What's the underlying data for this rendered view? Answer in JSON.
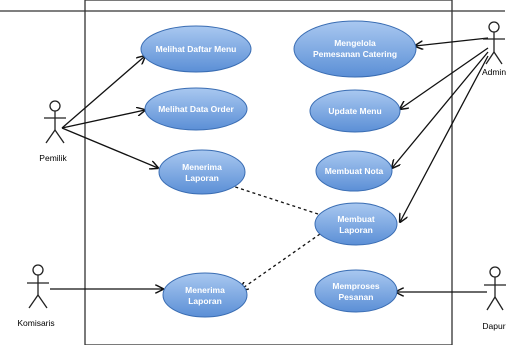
{
  "colors": {
    "usecase_fill_top": "#a9c8f0",
    "usecase_fill_bottom": "#5b8fd6",
    "usecase_stroke": "#3a6db3",
    "boundary": "#333333",
    "line": "#111111"
  },
  "actors": {
    "pemilik": "Pemilik",
    "admin": "Admin",
    "komisaris": "Komisaris",
    "dapur": "Dapur"
  },
  "usecases": {
    "melihat_daftar_menu": [
      "Melihat Daftar Menu"
    ],
    "melihat_data_order": [
      "Melihat Data Order"
    ],
    "menerima_laporan_pemilik": [
      "Menerima",
      "Laporan"
    ],
    "mengelola_pemesanan": [
      "Mengelola",
      "Pemesanan Catering"
    ],
    "update_menu": [
      "Update Menu"
    ],
    "membuat_nota": [
      "Membuat Nota"
    ],
    "membuat_laporan": [
      "Membuat",
      "Laporan"
    ],
    "menerima_laporan_komisaris": [
      "Menerima",
      "Laporan"
    ],
    "memproses_pesanan": [
      "Memproses",
      "Pesanan"
    ]
  }
}
